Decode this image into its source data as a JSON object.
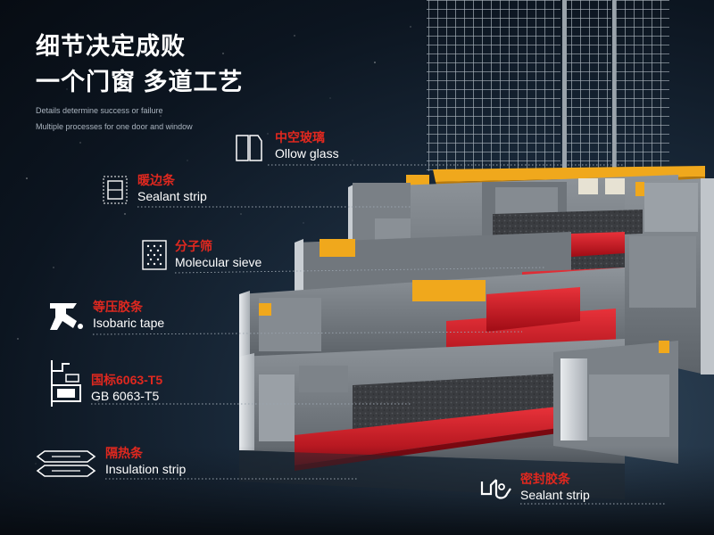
{
  "headline": {
    "line1": "细节决定成败",
    "line2": "一个门窗 多道工艺",
    "sub1": "Details determine success or failure",
    "sub2": "Multiple processes for one door and window"
  },
  "callouts": [
    {
      "cn": "中空玻璃",
      "en": "Ollow glass",
      "icon": "hollow-glass-icon"
    },
    {
      "cn": "暖边条",
      "en": "Sealant strip",
      "icon": "warm-edge-strip-icon"
    },
    {
      "cn": "分子筛",
      "en": "Molecular sieve",
      "icon": "molecular-sieve-icon"
    },
    {
      "cn": "等压胶条",
      "en": "Isobaric tape",
      "icon": "isobaric-tape-icon"
    },
    {
      "cn": "国标6063-T5",
      "en": "GB 6063-T5",
      "icon": "aluminum-profile-icon"
    },
    {
      "cn": "隔热条",
      "en": "Insulation strip",
      "icon": "insulation-strip-icon"
    },
    {
      "cn": "密封胶条",
      "en": "Sealant strip",
      "icon": "sealing-gasket-icon"
    }
  ],
  "colors": {
    "accent_red": "#e0281f",
    "profile_grey": "#6f757b",
    "strip_orange": "#f0a81c",
    "gasket_red": "#c8141e",
    "background": "#0c1520"
  }
}
